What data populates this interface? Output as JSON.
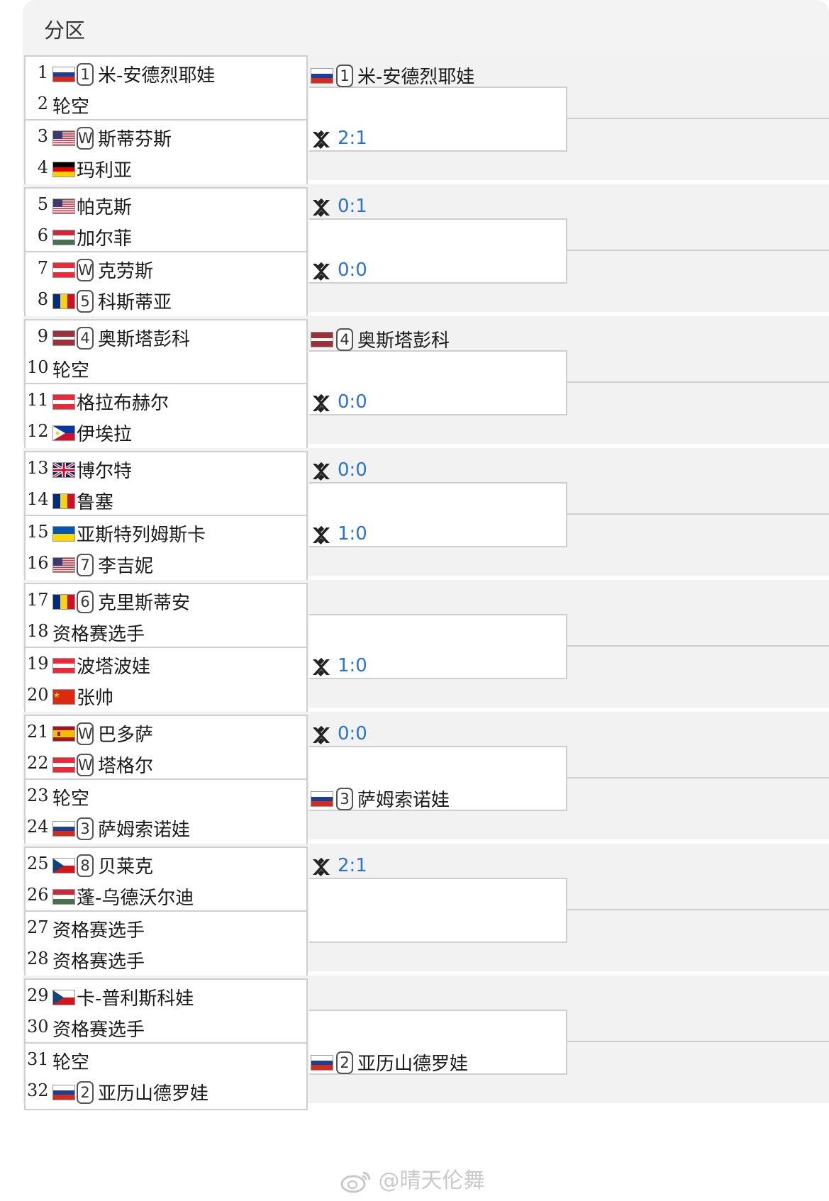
{
  "header": {
    "title": "分区"
  },
  "watermark": {
    "text": "@晴天伦舞",
    "icon": "weibo-icon"
  },
  "colors": {
    "score": "#2a74d6",
    "border": "#cfcfcf",
    "group_bg": "#f2f2f2"
  },
  "draw": [
    {
      "num": "1",
      "flag": "russia",
      "seed": "1",
      "name": "米-安德烈耶娃"
    },
    {
      "num": "2",
      "flag": "",
      "seed": "",
      "name": "轮空"
    },
    {
      "num": "3",
      "flag": "usa",
      "seed": "W",
      "name": "斯蒂芬斯"
    },
    {
      "num": "4",
      "flag": "germany",
      "seed": "",
      "name": "玛利亚"
    },
    {
      "num": "5",
      "flag": "usa",
      "seed": "",
      "name": "帕克斯"
    },
    {
      "num": "6",
      "flag": "hungary",
      "seed": "",
      "name": "加尔菲"
    },
    {
      "num": "7",
      "flag": "austria",
      "seed": "W",
      "name": "克劳斯"
    },
    {
      "num": "8",
      "flag": "romania",
      "seed": "5",
      "name": "科斯蒂亚"
    },
    {
      "num": "9",
      "flag": "latvia",
      "seed": "4",
      "name": "奥斯塔彭科"
    },
    {
      "num": "10",
      "flag": "",
      "seed": "",
      "name": "轮空"
    },
    {
      "num": "11",
      "flag": "austria",
      "seed": "",
      "name": "格拉布赫尔"
    },
    {
      "num": "12",
      "flag": "philippines",
      "seed": "",
      "name": "伊埃拉"
    },
    {
      "num": "13",
      "flag": "uk",
      "seed": "",
      "name": "博尔特"
    },
    {
      "num": "14",
      "flag": "romania",
      "seed": "",
      "name": "鲁塞"
    },
    {
      "num": "15",
      "flag": "ukraine",
      "seed": "",
      "name": "亚斯特列姆斯卡"
    },
    {
      "num": "16",
      "flag": "usa",
      "seed": "7",
      "name": "李吉妮"
    },
    {
      "num": "17",
      "flag": "romania",
      "seed": "6",
      "name": "克里斯蒂安"
    },
    {
      "num": "18",
      "flag": "",
      "seed": "",
      "name": "资格赛选手"
    },
    {
      "num": "19",
      "flag": "austria",
      "seed": "",
      "name": "波塔波娃"
    },
    {
      "num": "20",
      "flag": "china",
      "seed": "",
      "name": "张帅"
    },
    {
      "num": "21",
      "flag": "spain",
      "seed": "W",
      "name": "巴多萨"
    },
    {
      "num": "22",
      "flag": "austria",
      "seed": "W",
      "name": "塔格尔"
    },
    {
      "num": "23",
      "flag": "",
      "seed": "",
      "name": "轮空"
    },
    {
      "num": "24",
      "flag": "russia",
      "seed": "3",
      "name": "萨姆索诺娃"
    },
    {
      "num": "25",
      "flag": "czech",
      "seed": "8",
      "name": "贝莱克"
    },
    {
      "num": "26",
      "flag": "hungary",
      "seed": "",
      "name": "蓬-乌德沃尔迪"
    },
    {
      "num": "27",
      "flag": "",
      "seed": "",
      "name": "资格赛选手"
    },
    {
      "num": "28",
      "flag": "",
      "seed": "",
      "name": "资格赛选手"
    },
    {
      "num": "29",
      "flag": "czech",
      "seed": "",
      "name": "卡-普利斯科娃"
    },
    {
      "num": "30",
      "flag": "",
      "seed": "",
      "name": "资格赛选手"
    },
    {
      "num": "31",
      "flag": "",
      "seed": "",
      "name": "轮空"
    },
    {
      "num": "32",
      "flag": "russia",
      "seed": "2",
      "name": "亚历山德罗娃"
    }
  ],
  "round2": [
    {
      "type": "player",
      "flag": "russia",
      "seed": "1",
      "name": "米-安德烈耶娃"
    },
    {
      "type": "match",
      "icon": "match-versus-icon",
      "score": "2:1"
    },
    {
      "type": "match",
      "icon": "match-versus-icon",
      "score": "0:1"
    },
    {
      "type": "match",
      "icon": "match-versus-icon",
      "score": "0:0"
    },
    {
      "type": "player",
      "flag": "latvia",
      "seed": "4",
      "name": "奥斯塔彭科"
    },
    {
      "type": "match",
      "icon": "match-versus-icon",
      "score": "0:0"
    },
    {
      "type": "match",
      "icon": "match-versus-icon",
      "score": "0:0"
    },
    {
      "type": "match",
      "icon": "match-versus-icon",
      "score": "1:0"
    },
    {
      "type": "empty"
    },
    {
      "type": "match",
      "icon": "match-versus-icon",
      "score": "1:0"
    },
    {
      "type": "match",
      "icon": "match-versus-icon",
      "score": "0:0"
    },
    {
      "type": "player",
      "flag": "russia",
      "seed": "3",
      "name": "萨姆索诺娃"
    },
    {
      "type": "match",
      "icon": "match-versus-icon",
      "score": "2:1"
    },
    {
      "type": "empty"
    },
    {
      "type": "empty"
    },
    {
      "type": "player",
      "flag": "russia",
      "seed": "2",
      "name": "亚历山德罗娃"
    }
  ]
}
